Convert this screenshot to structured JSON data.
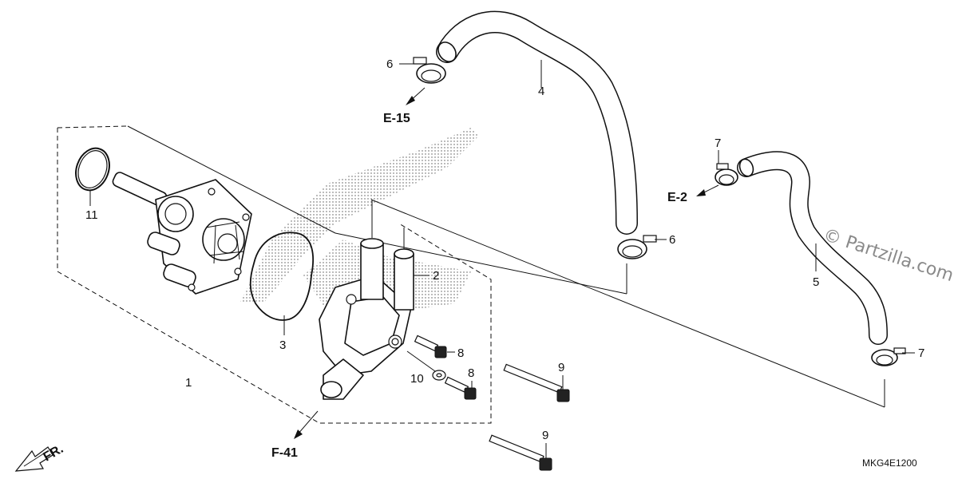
{
  "diagram": {
    "part_labels": {
      "p1": "1",
      "p2": "2",
      "p3": "3",
      "p4": "4",
      "p5": "5",
      "p6a": "6",
      "p6b": "6",
      "p7a": "7",
      "p7b": "7",
      "p8a": "8",
      "p8b": "8",
      "p9a": "9",
      "p9b": "9",
      "p10": "10",
      "p11": "11"
    },
    "references": {
      "e15": "E-15",
      "e2": "E-2",
      "f41": "F-41"
    },
    "front_indicator": "FR.",
    "diagram_code": "MKG4E1200",
    "watermark": "© Partzilla.com"
  }
}
